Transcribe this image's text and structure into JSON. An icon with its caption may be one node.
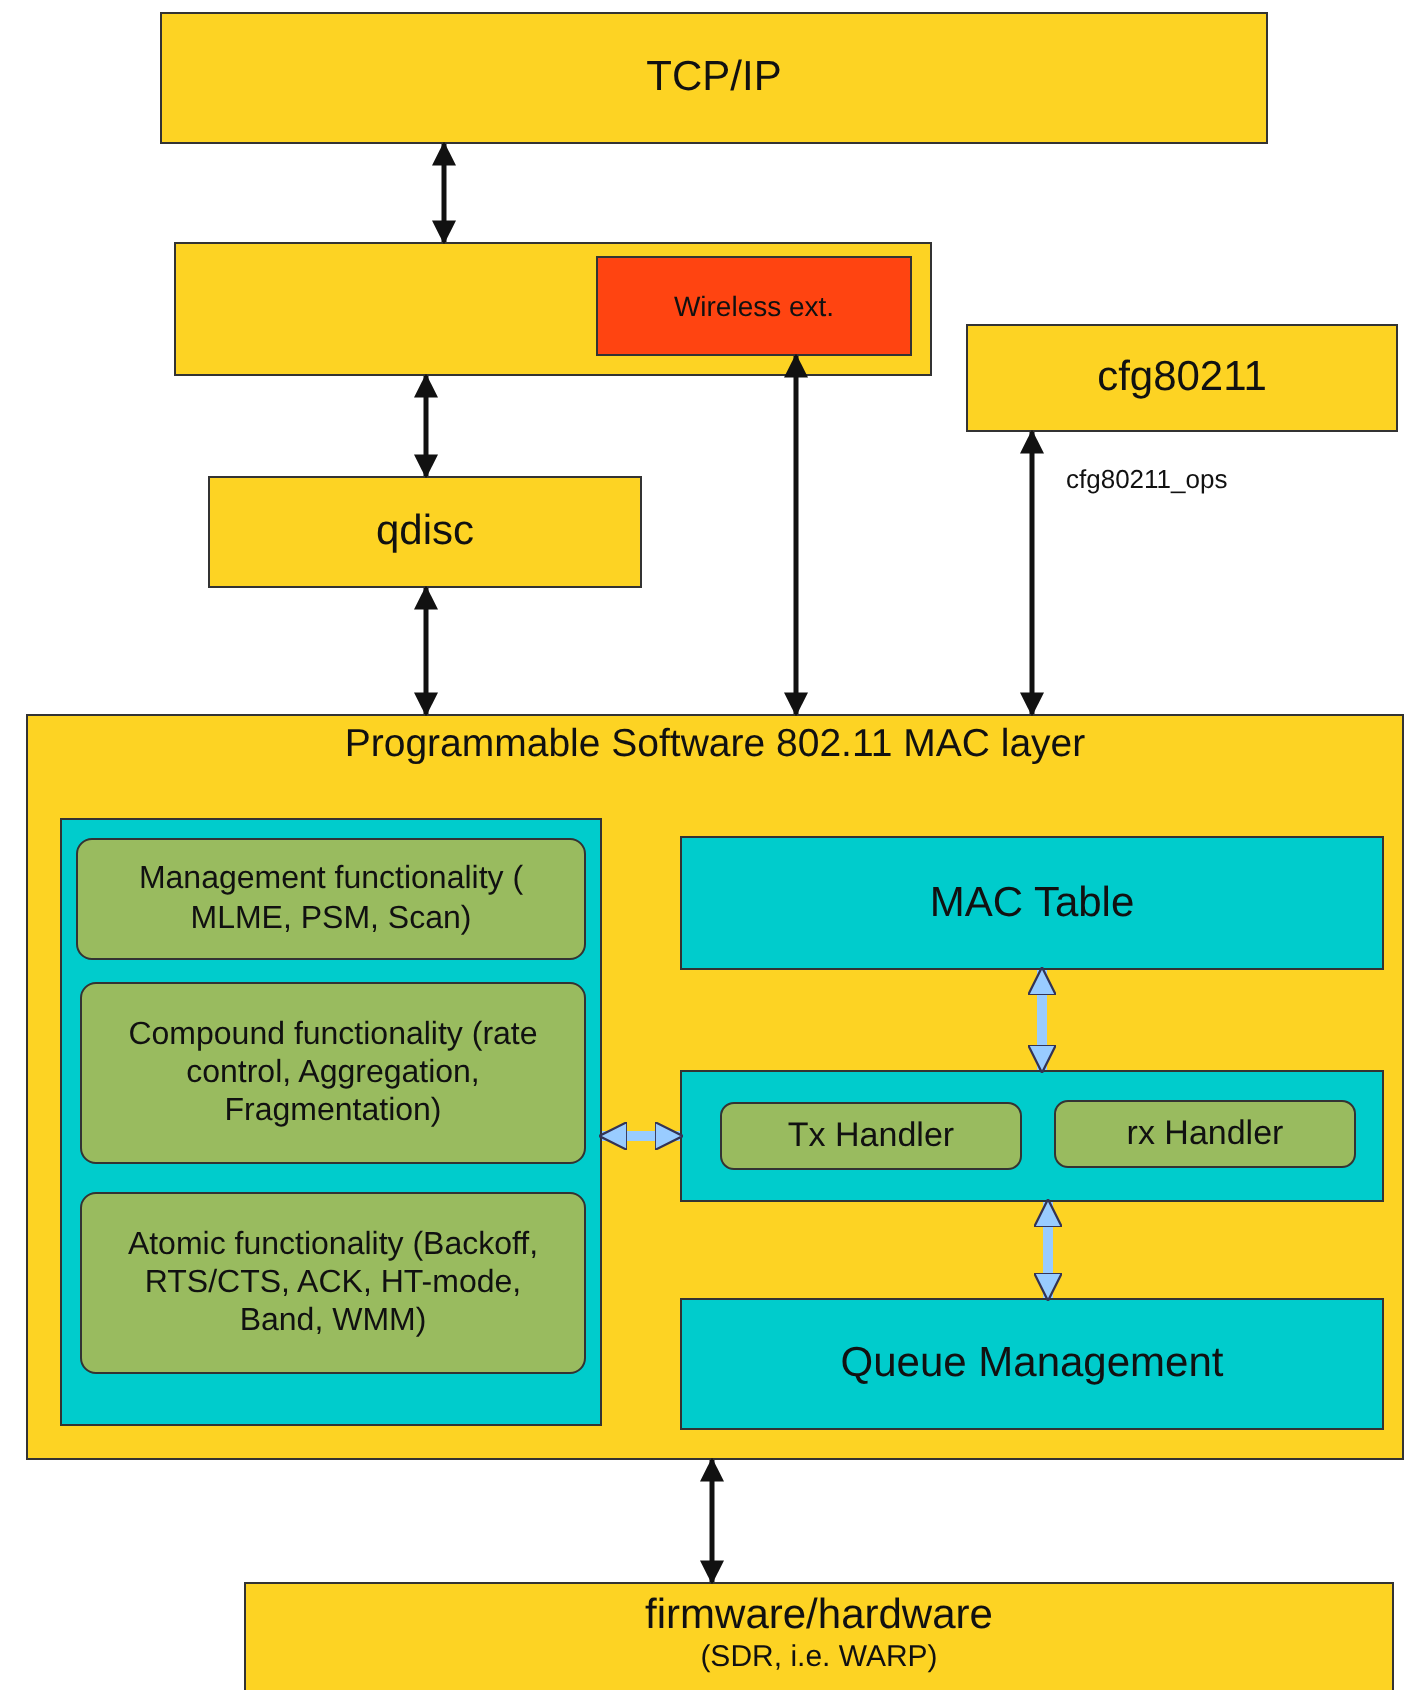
{
  "diagram": {
    "nodes": [
      {
        "text": [
          "TCP/IP"
        ]
      },
      {
        "text": [],
        "shape": "box"
      },
      {
        "text": [
          "Wireless ext."
        ],
        "in": 1
      },
      {
        "text": [
          "cfg80211"
        ]
      },
      {
        "text": [
          "qdisc"
        ]
      },
      {
        "text": [
          "Programmable Software 802.11 MAC layer"
        ]
      },
      {
        "text": [],
        "shape": "box",
        "in": 5
      },
      {
        "text": [
          "Management functionality ( MLME, PSM, Scan)"
        ],
        "in": 6
      },
      {
        "text": [
          "Compound functionality (rate control, Aggregation, Fragmentation)"
        ],
        "in": 6
      },
      {
        "text": [
          "Atomic functionality (Backoff, RTS/CTS, ACK, HT-mode, Band, WMM)"
        ],
        "in": 6
      },
      {
        "text": [
          "MAC Table"
        ],
        "in": 5
      },
      {
        "text": [],
        "shape": "box",
        "in": 5
      },
      {
        "text": [
          "Tx Handler"
        ],
        "in": 11
      },
      {
        "text": [
          "rx Handler"
        ],
        "in": 11
      },
      {
        "text": [
          "Queue Management"
        ],
        "in": 5
      },
      {
        "text": [
          "firmware/hardware",
          "(SDR, i.e. WARP)"
        ]
      }
    ],
    "edges": [
      {
        "from": 0,
        "to": 1,
        "arrow": "both"
      },
      {
        "from": 1,
        "to": 4,
        "arrow": "both"
      },
      {
        "from": 4,
        "to": 5,
        "arrow": "both"
      },
      {
        "from": 2,
        "to": 5,
        "arrow": "both"
      },
      {
        "from": 3,
        "to": 5,
        "arrow": "both",
        "label": "cfg80211_ops"
      },
      {
        "from": 6,
        "to": 11,
        "arrow": "both",
        "style": "thick",
        "color": "#99ccff"
      },
      {
        "from": 10,
        "to": 11,
        "arrow": "both",
        "style": "thick",
        "color": "#99ccff"
      },
      {
        "from": 11,
        "to": 14,
        "arrow": "both",
        "style": "thick",
        "color": "#99ccff"
      },
      {
        "from": 5,
        "to": 15,
        "arrow": "both"
      }
    ]
  }
}
